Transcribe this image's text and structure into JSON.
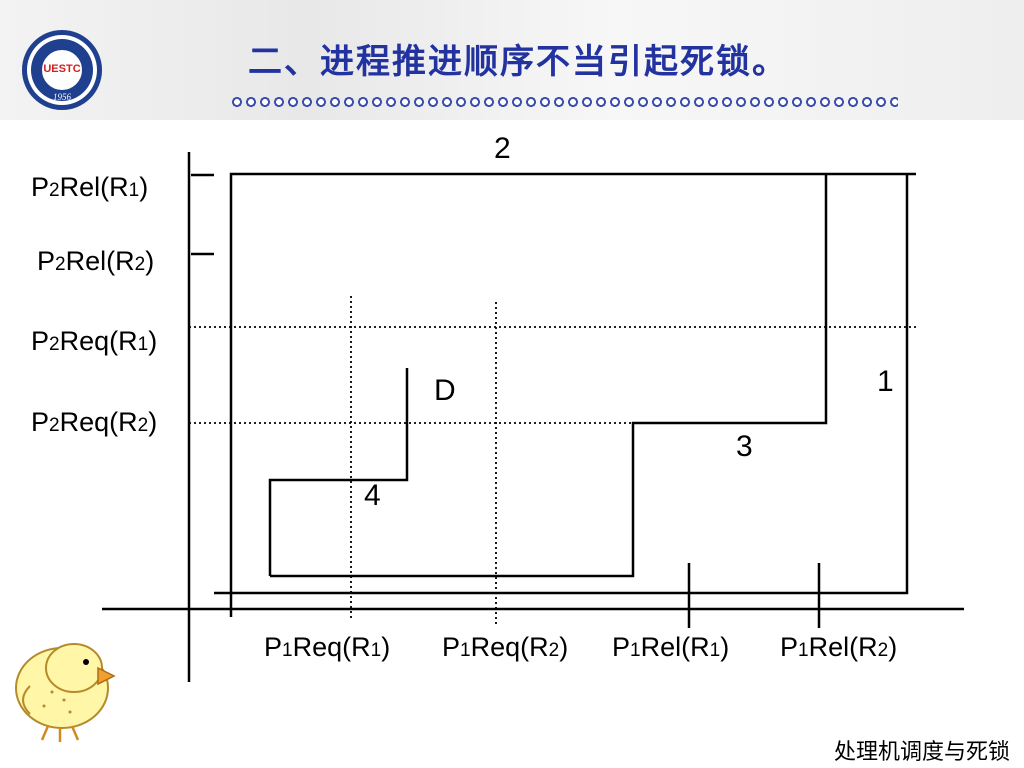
{
  "header": {
    "title": "二、进程推进顺序不当引起死锁。",
    "logo": {
      "text": "UESTC",
      "year": "1956"
    }
  },
  "diagram": {
    "y_axis_labels": [
      {
        "prefix": "P",
        "sub": "2",
        "mid": "Rel(R",
        "sub2": "1",
        "suffix": ")"
      },
      {
        "prefix": "P",
        "sub": "2",
        "mid": "Rel(R",
        "sub2": "2",
        "suffix": ")"
      },
      {
        "prefix": "P",
        "sub": "2",
        "mid": "Req(R",
        "sub2": "1",
        "suffix": ")"
      },
      {
        "prefix": "P",
        "sub": "2",
        "mid": "Req(R",
        "sub2": "2",
        "suffix": ")"
      }
    ],
    "x_axis_labels": [
      {
        "prefix": "P",
        "sub": "1",
        "mid": "Req(R",
        "sub2": "1",
        "suffix": ")"
      },
      {
        "prefix": "P",
        "sub": "1",
        "mid": "Req(R",
        "sub2": "2",
        "suffix": ")"
      },
      {
        "prefix": "P",
        "sub": "1",
        "mid": "Rel(R",
        "sub2": "1",
        "suffix": ")"
      },
      {
        "prefix": "P",
        "sub": "1",
        "mid": "Rel(R",
        "sub2": "2",
        "suffix": ")"
      }
    ],
    "path_labels": [
      "1",
      "2",
      "3",
      "4"
    ],
    "deadlock_label": "D",
    "line_color": "#000000"
  },
  "footer": {
    "text": "处理机调度与死锁"
  }
}
